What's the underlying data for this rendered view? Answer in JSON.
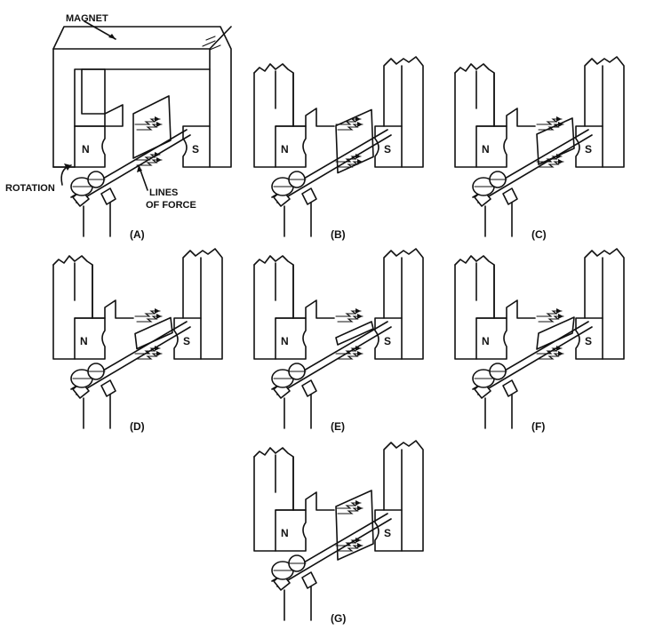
{
  "labels": {
    "magnet": "MAGNET",
    "rotation": "ROTATION",
    "lines_of_force_1": "LINES",
    "lines_of_force_2": "OF FORCE",
    "north": "N",
    "south": "S"
  },
  "panels": [
    {
      "id": "A",
      "caption": "(A)",
      "full_magnet": true,
      "coil_angle": 0
    },
    {
      "id": "B",
      "caption": "(B)",
      "full_magnet": false,
      "coil_angle": 30
    },
    {
      "id": "C",
      "caption": "(C)",
      "full_magnet": false,
      "coil_angle": 60
    },
    {
      "id": "D",
      "caption": "(D)",
      "full_magnet": false,
      "coil_angle": 80
    },
    {
      "id": "E",
      "caption": "(E)",
      "full_magnet": false,
      "coil_angle": 90
    },
    {
      "id": "F",
      "caption": "(F)",
      "full_magnet": false,
      "coil_angle": 120
    },
    {
      "id": "G",
      "caption": "(G)",
      "full_magnet": false,
      "coil_angle": 0
    }
  ],
  "colors": {
    "ink": "#111111",
    "paper": "#ffffff"
  }
}
